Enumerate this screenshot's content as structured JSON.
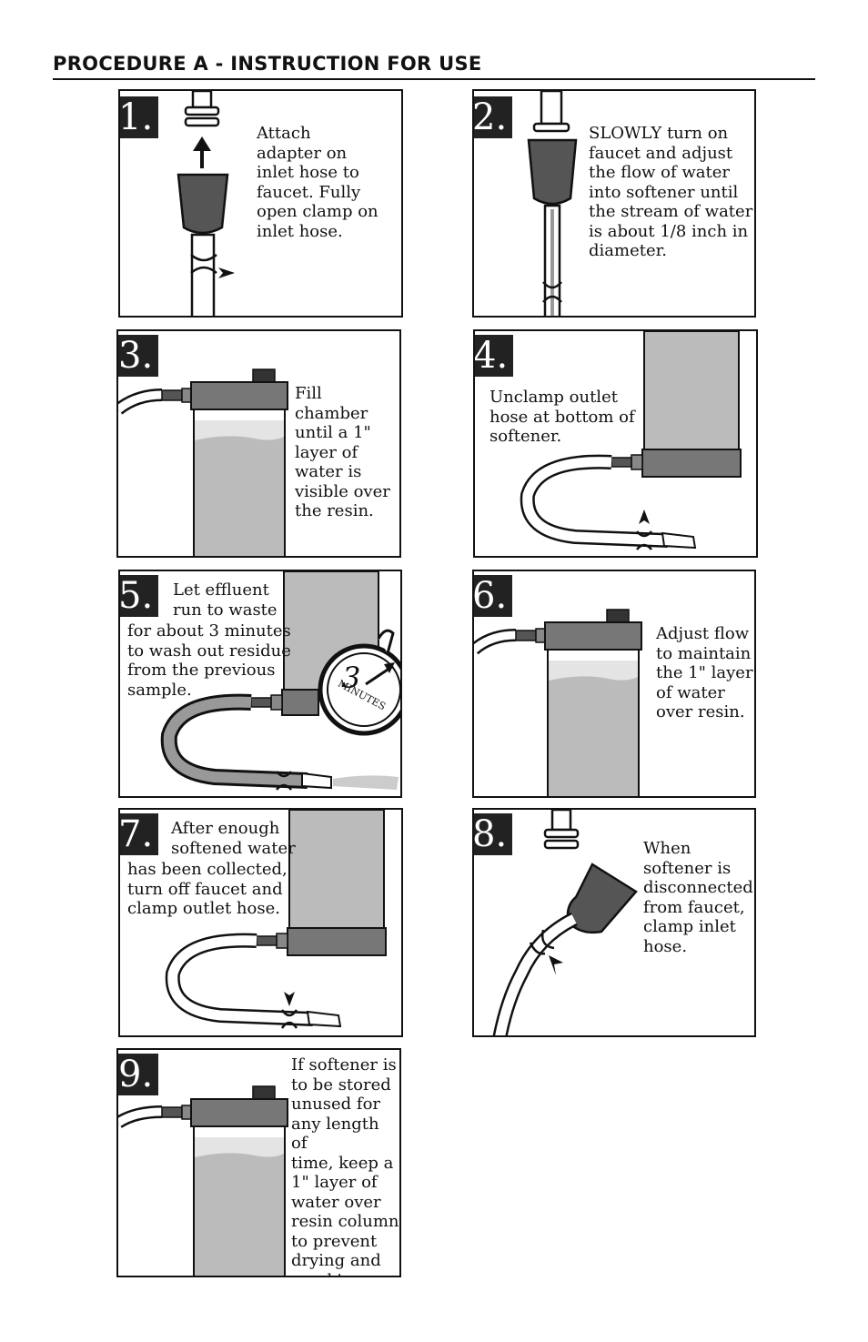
{
  "heading": "PROCEDURE A - INSTRUCTION FOR USE",
  "steps": [
    {
      "number": "1.",
      "text": "Attach\nadapter on\ninlet hose to\nfaucet. Fully\nopen clamp on\ninlet hose."
    },
    {
      "number": "2.",
      "text": "SLOWLY turn on\nfaucet and adjust\nthe flow of water\ninto softener until\nthe stream of water\nis about 1/8 inch in\ndiameter."
    },
    {
      "number": "3.",
      "text": "Fill chamber\nuntil a 1\"\nlayer of\nwater is\nvisible over\nthe resin."
    },
    {
      "number": "4.",
      "text": "Unclamp outlet\nhose at bottom of\nsoftener."
    },
    {
      "number": "5.",
      "text": "Let effluent\nrun to waste",
      "text2": "for about 3 minutes\nto wash out residue\nfrom the previous\nsample.",
      "timer_value": "3",
      "timer_unit": "MINUTES"
    },
    {
      "number": "6.",
      "text": "Adjust flow\nto maintain\nthe 1\" layer\nof water\nover resin."
    },
    {
      "number": "7.",
      "text": "After enough\nsoftened water",
      "text2": "has been collected,\nturn off faucet and\nclamp outlet hose."
    },
    {
      "number": "8.",
      "text": "When\nsoftener is\ndisconnected\nfrom faucet,\nclamp inlet\nhose."
    },
    {
      "number": "9.",
      "text": "If softener is\nto be stored\nunused for\nany length of\ntime, keep a\n1\" layer of\nwater over\nresin column\nto prevent\ndrying and\ncracking."
    }
  ]
}
